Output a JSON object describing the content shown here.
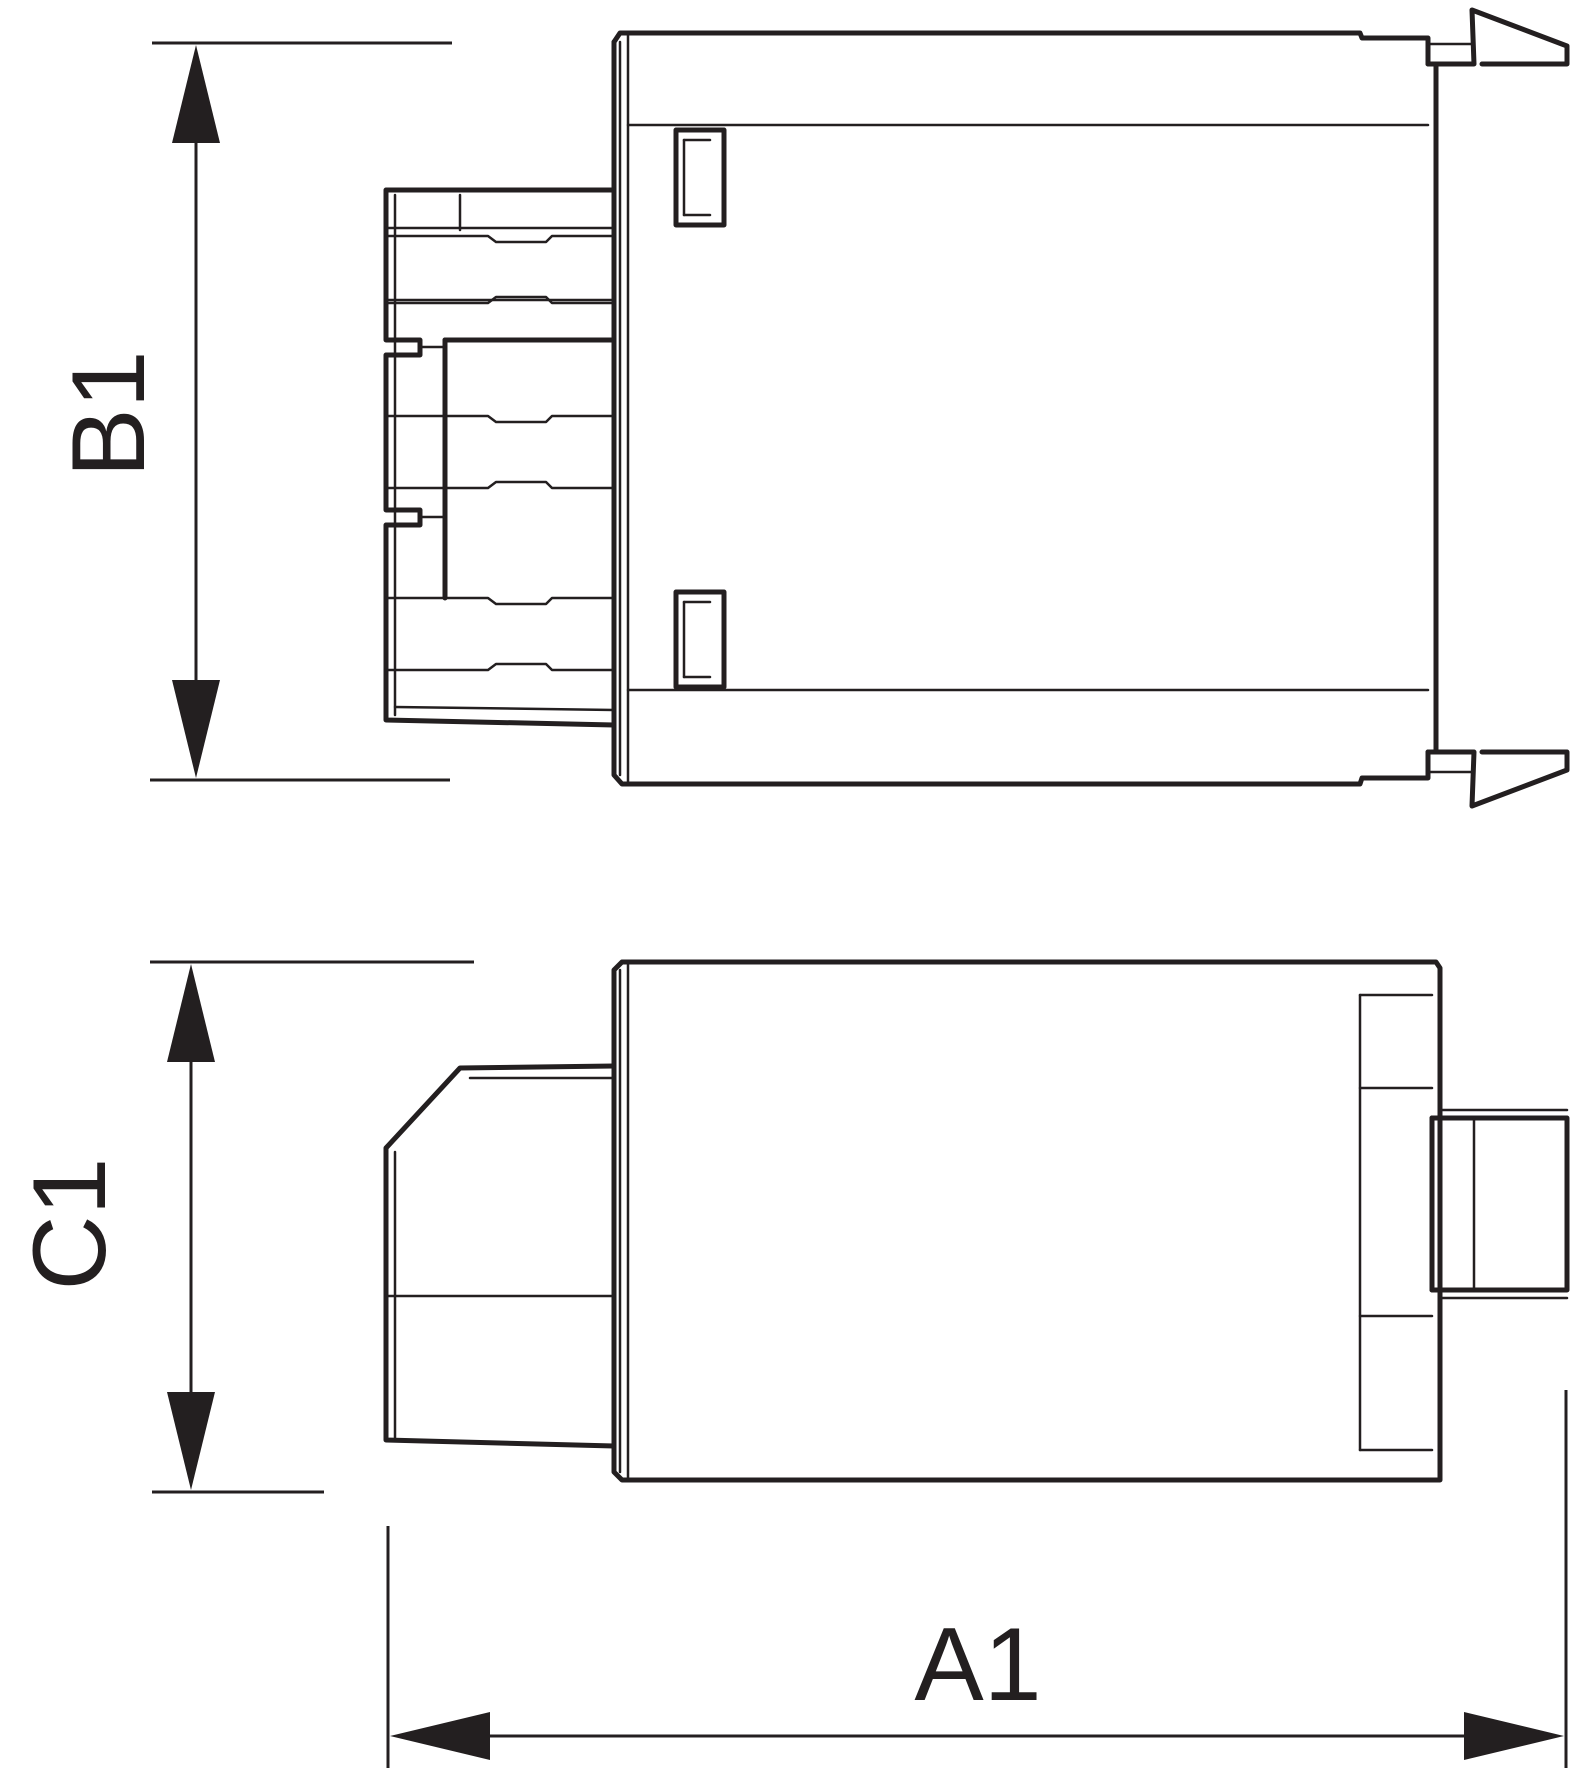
{
  "drawing": {
    "line_color": "#231f20",
    "background": "#ffffff",
    "dimensions": {
      "a1": {
        "label": "A1"
      },
      "b1": {
        "label": "B1"
      },
      "c1": {
        "label": "C1"
      }
    }
  }
}
